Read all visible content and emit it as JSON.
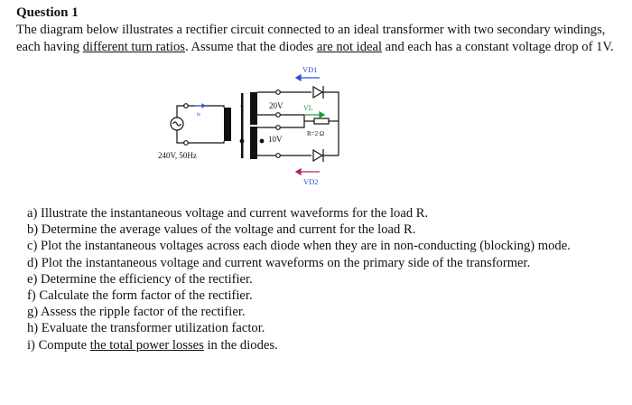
{
  "heading": "Question 1",
  "intro": {
    "p1": "The diagram below illustrates a rectifier circuit connected to an ideal transformer with two secondary windings, each having ",
    "u1": "different turn ratios",
    "p2": ". Assume that the diodes ",
    "u2": "are not ideal",
    "p3": " and each has a constant voltage drop of 1V."
  },
  "circuit": {
    "vd1": "VD1",
    "vd2": "VD2",
    "vl": "VL",
    "v_upper": "20V",
    "v_lower": "10V",
    "resistor": "R=2 Ω",
    "is_label": "is",
    "source": "240V, 50Hz",
    "colors": {
      "vd1_arrow": "#2a4fd6",
      "vd2_arrow": "#b0246a",
      "vl_arrow": "#1f9a3a"
    }
  },
  "questions": [
    {
      "text": "a) Illustrate the instantaneous voltage and current waveforms for the load R."
    },
    {
      "text": "b) Determine the average values of the voltage and current for the load R."
    },
    {
      "text": "c) Plot the instantaneous voltages across each diode when they are in non-conducting (blocking) mode."
    },
    {
      "text": "d) Plot the instantaneous voltage and current waveforms on the primary side of the transformer."
    },
    {
      "text": "e) Determine the efficiency of the rectifier."
    },
    {
      "text": "f) Calculate the form factor of the rectifier."
    },
    {
      "text": "g) Assess the ripple factor of the rectifier."
    },
    {
      "text": "h) Evaluate the transformer utilization factor."
    },
    {
      "pre": "i) Compute ",
      "u": "the total power losses",
      "post": " in the diodes."
    }
  ]
}
